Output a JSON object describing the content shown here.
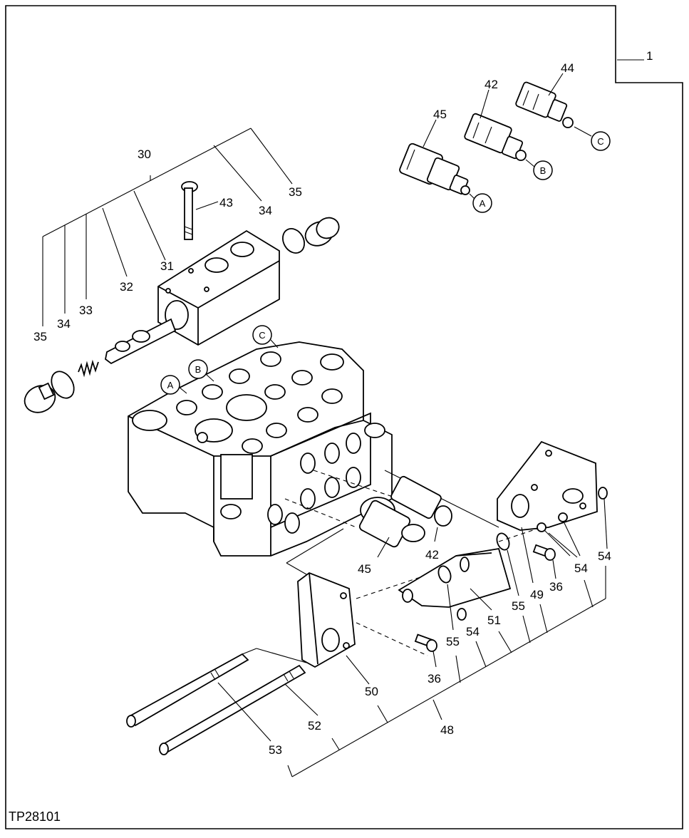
{
  "figure_id": "TP28101",
  "labels": {
    "l1": "1",
    "l30": "30",
    "l35a": "35",
    "l34a": "34",
    "l43": "43",
    "l31": "31",
    "l32": "32",
    "l33": "33",
    "l34b": "34",
    "l35b": "35",
    "l45a": "45",
    "l42a": "42",
    "l44": "44",
    "l45b": "45",
    "l42b": "42",
    "l54a": "54",
    "l54b": "54",
    "l36a": "36",
    "l55a": "55",
    "l49": "49",
    "l51": "51",
    "l54c": "54",
    "l55b": "55",
    "l36b": "36",
    "l50": "50",
    "l52": "52",
    "l53": "53",
    "l48": "48"
  },
  "callouts": {
    "ca": "A",
    "cb": "B",
    "cc": "C",
    "cA": "A",
    "cB": "B",
    "cC": "C"
  }
}
